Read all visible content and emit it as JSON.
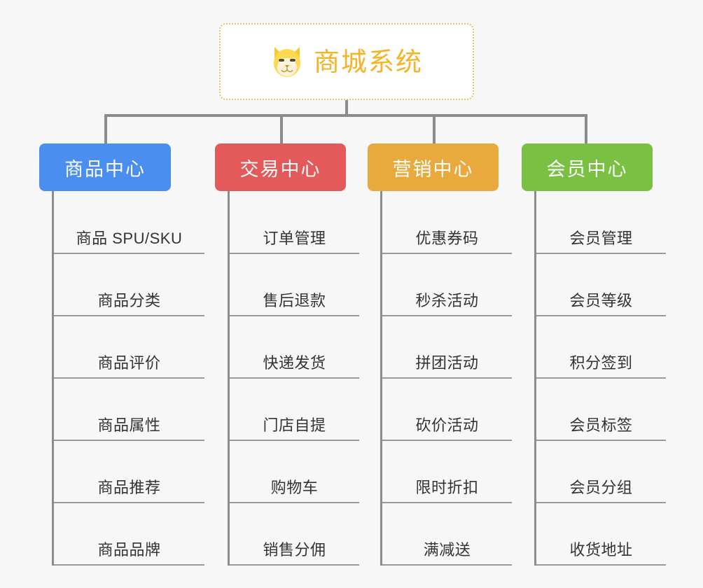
{
  "root": {
    "title": "商城系统",
    "icon": "shiba-dog-icon",
    "border_color": "#f0c060",
    "text_color": "#f5b328",
    "background": "#ffffff"
  },
  "canvas": {
    "background": "#f7f7f7",
    "connector_color": "#8c8c8c"
  },
  "columns": [
    {
      "id": "product-center",
      "label": "商品中心",
      "color": "#4a8ef0",
      "items": [
        "商品 SPU/SKU",
        "商品分类",
        "商品评价",
        "商品属性",
        "商品推荐",
        "商品品牌"
      ]
    },
    {
      "id": "trade-center",
      "label": "交易中心",
      "color": "#e45a5a",
      "items": [
        "订单管理",
        "售后退款",
        "快递发货",
        "门店自提",
        "购物车",
        "销售分佣"
      ]
    },
    {
      "id": "marketing-center",
      "label": "营销中心",
      "color": "#eaa93d",
      "items": [
        "优惠券码",
        "秒杀活动",
        "拼团活动",
        "砍价活动",
        "限时折扣",
        "满减送"
      ]
    },
    {
      "id": "member-center",
      "label": "会员中心",
      "color": "#7ac143",
      "items": [
        "会员管理",
        "会员等级",
        "积分签到",
        "会员标签",
        "会员分组",
        "收货地址"
      ]
    }
  ]
}
